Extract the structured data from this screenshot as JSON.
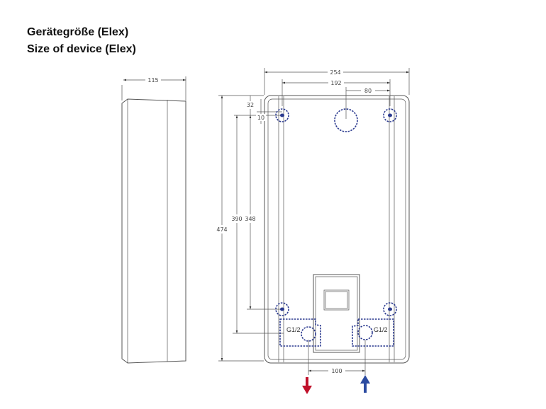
{
  "title": {
    "line1": "Gerätegröße (Elex)",
    "line2": "Size of device (Elex)"
  },
  "dimensions": {
    "side_depth": "115",
    "total_width": "254",
    "rail_spacing": "192",
    "center_offset": "80",
    "total_height": "474",
    "hole_to_pipe": "390",
    "hole_spacing": "348",
    "top_offset": "32",
    "hole_offset": "10",
    "pipe_spacing": "100"
  },
  "connections": {
    "left": "G1/2",
    "right": "G1/2"
  },
  "colors": {
    "outlet": "#c0102a",
    "inlet": "#2a4aa0",
    "hidden": "#2b3a8f"
  }
}
